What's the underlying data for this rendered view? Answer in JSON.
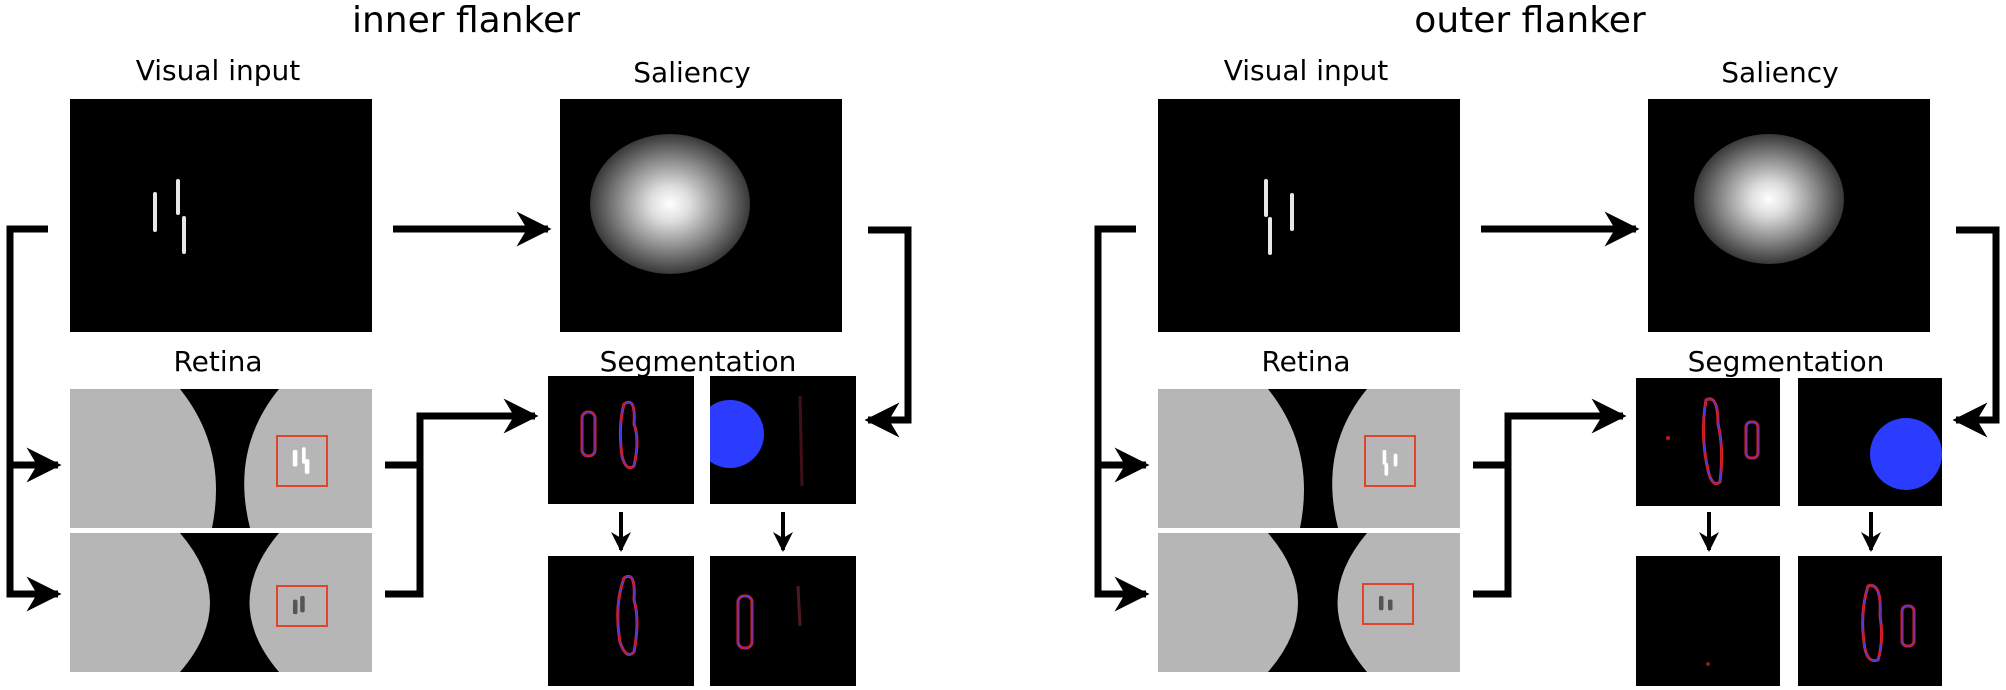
{
  "panels": {
    "left": {
      "title": "inner flanker",
      "visual_input_label": "Visual input",
      "saliency_label": "Saliency",
      "retina_label": "Retina",
      "segmentation_label": "Segmentation"
    },
    "right": {
      "title": "outer flanker",
      "visual_input_label": "Visual input",
      "saliency_label": "Saliency",
      "retina_label": "Retina",
      "segmentation_label": "Segmentation"
    }
  },
  "colors": {
    "background": "#ffffff",
    "image_black": "#000000",
    "retina_gray": "#b6b6b6",
    "highlight_box": "#e0442b",
    "segment_red": "#e02020",
    "segment_blue": "#2b3cff",
    "arrow": "#000000"
  }
}
